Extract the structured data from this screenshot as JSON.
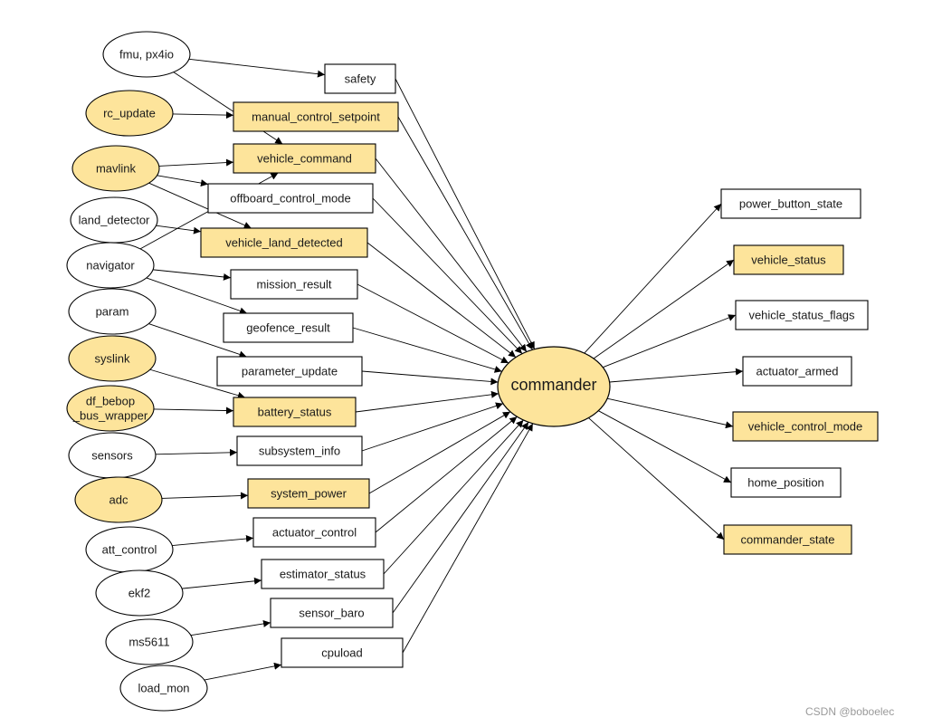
{
  "colors": {
    "highlight": "#fde49b",
    "plain": "#ffffff",
    "stroke": "#000000"
  },
  "center": {
    "label": "commander"
  },
  "sources": [
    {
      "id": "fmu",
      "label": "fmu, px4io",
      "hl": false
    },
    {
      "id": "rc",
      "label": "rc_update",
      "hl": true
    },
    {
      "id": "mavlink",
      "label": "mavlink",
      "hl": true
    },
    {
      "id": "land",
      "label": "land_detector",
      "hl": false
    },
    {
      "id": "nav",
      "label": "navigator",
      "hl": false
    },
    {
      "id": "param",
      "label": "param",
      "hl": false
    },
    {
      "id": "syslink",
      "label": "syslink",
      "hl": true
    },
    {
      "id": "dfb",
      "label": "df_bebop\n_bus_wrapper",
      "hl": true
    },
    {
      "id": "sensors",
      "label": "sensors",
      "hl": false
    },
    {
      "id": "adc",
      "label": "adc",
      "hl": true
    },
    {
      "id": "att",
      "label": "att_control",
      "hl": false
    },
    {
      "id": "ekf2",
      "label": "ekf2",
      "hl": false
    },
    {
      "id": "ms5611",
      "label": "ms5611",
      "hl": false
    },
    {
      "id": "loadmon",
      "label": "load_mon",
      "hl": false
    }
  ],
  "inputs": [
    {
      "id": "safety",
      "label": "safety",
      "hl": false
    },
    {
      "id": "mcs",
      "label": "manual_control_setpoint",
      "hl": true
    },
    {
      "id": "vcmd",
      "label": "vehicle_command",
      "hl": true
    },
    {
      "id": "ocm",
      "label": "offboard_control_mode",
      "hl": false
    },
    {
      "id": "vld",
      "label": "vehicle_land_detected",
      "hl": true
    },
    {
      "id": "mres",
      "label": "mission_result",
      "hl": false
    },
    {
      "id": "geo",
      "label": "geofence_result",
      "hl": false
    },
    {
      "id": "pupd",
      "label": "parameter_update",
      "hl": false
    },
    {
      "id": "bat",
      "label": "battery_status",
      "hl": true
    },
    {
      "id": "sub",
      "label": "subsystem_info",
      "hl": false
    },
    {
      "id": "spow",
      "label": "system_power",
      "hl": true
    },
    {
      "id": "act",
      "label": "actuator_control",
      "hl": false
    },
    {
      "id": "est",
      "label": "estimator_status",
      "hl": false
    },
    {
      "id": "baro",
      "label": "sensor_baro",
      "hl": false
    },
    {
      "id": "cpu",
      "label": "cpuload",
      "hl": false
    }
  ],
  "outputs": [
    {
      "id": "pbs",
      "label": "power_button_state",
      "hl": false
    },
    {
      "id": "vst",
      "label": "vehicle_status",
      "hl": true
    },
    {
      "id": "vsf",
      "label": "vehicle_status_flags",
      "hl": false
    },
    {
      "id": "arm",
      "label": "actuator_armed",
      "hl": false
    },
    {
      "id": "vcm",
      "label": "vehicle_control_mode",
      "hl": true
    },
    {
      "id": "home",
      "label": "home_position",
      "hl": false
    },
    {
      "id": "cst",
      "label": "commander_state",
      "hl": true
    }
  ],
  "edges": [
    [
      "fmu",
      "safety"
    ],
    [
      "fmu",
      "vcmd"
    ],
    [
      "rc",
      "mcs"
    ],
    [
      "mavlink",
      "vcmd"
    ],
    [
      "mavlink",
      "ocm"
    ],
    [
      "mavlink",
      "vld"
    ],
    [
      "land",
      "vld"
    ],
    [
      "nav",
      "vcmd"
    ],
    [
      "nav",
      "mres"
    ],
    [
      "nav",
      "geo"
    ],
    [
      "param",
      "pupd"
    ],
    [
      "syslink",
      "bat"
    ],
    [
      "dfb",
      "bat"
    ],
    [
      "sensors",
      "sub"
    ],
    [
      "adc",
      "spow"
    ],
    [
      "att",
      "act"
    ],
    [
      "ekf2",
      "est"
    ],
    [
      "ms5611",
      "baro"
    ],
    [
      "loadmon",
      "cpu"
    ]
  ],
  "watermark": "CSDN @boboelec"
}
